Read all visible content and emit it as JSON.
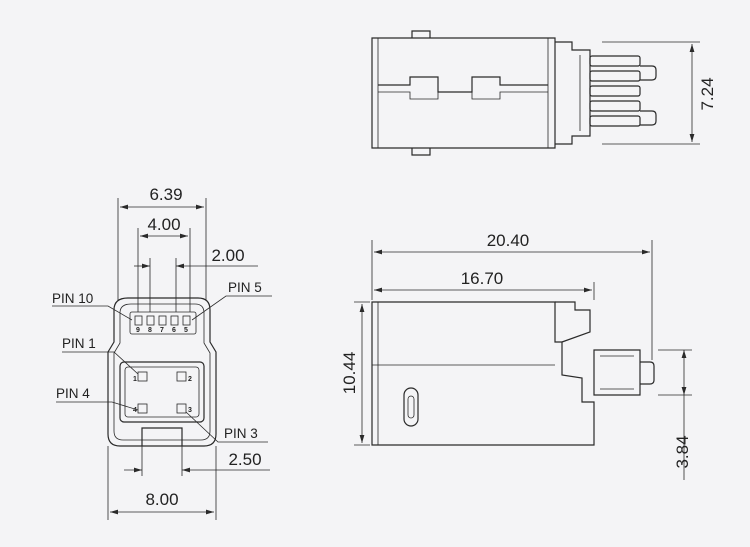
{
  "dimensions": {
    "d_639": "6.39",
    "d_400": "4.00",
    "d_200": "2.00",
    "d_250": "2.50",
    "d_800": "8.00",
    "d_2040": "20.40",
    "d_1670": "16.70",
    "d_1044": "10.44",
    "d_384": "3.84",
    "d_724": "7.24"
  },
  "pin_labels": {
    "pin10": "PIN 10",
    "pin5": "PIN 5",
    "pin1": "PIN 1",
    "pin4": "PIN 4",
    "pin3": "PIN 3"
  },
  "pin_numbers": {
    "top": [
      "9",
      "8",
      "7",
      "6",
      "5"
    ],
    "p1": "1",
    "p2": "2",
    "p3": "3",
    "p4": "4"
  }
}
